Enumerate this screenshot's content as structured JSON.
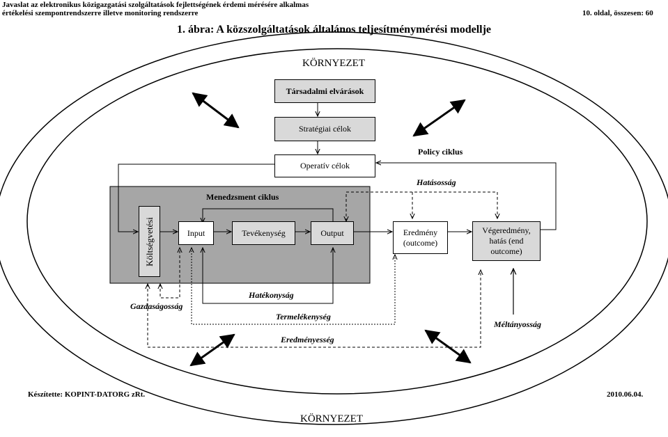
{
  "header": {
    "line1": "Javaslat az elektronikus közigazgatási szolgáltatások fejlettségének érdemi mérésére alkalmas",
    "line2": "értékelési szempontrendszerre illetve monitoring rendszerre",
    "page": "10. oldal, összesen: 60"
  },
  "figure": {
    "title": "1. ábra: A közszolgáltatások általános teljesítménymérési modellje",
    "environment_top": "KÖRNYEZET",
    "environment_bottom": "KÖRNYEZET"
  },
  "boxes": {
    "tarsadalmi": "Társadalmi elvárások",
    "strategiai": "Stratégiai célok",
    "operativ": "Operatív célok",
    "input": "Input",
    "tevekenyseg": "Tevékenység",
    "output": "Output",
    "eredmeny_line1": "Eredmény",
    "eredmeny_line2": "(outcome)",
    "vegeredmeny_line1": "Végeredmény,",
    "vegeredmeny_line2": "hatás (end",
    "vegeredmeny_line3": "outcome)",
    "koltsegvetesi": "Költségvetési"
  },
  "labels": {
    "policy_ciklus": "Policy ciklus",
    "menedzsment_ciklus": "Menedzsment ciklus",
    "hatasossag": "Hatásosság",
    "hatekonysag": "Hatékonyság",
    "gazdasagossag": "Gazdaságosság",
    "termelekenyseg": "Termelékenység",
    "eredmenyesseg": "Eredményesség",
    "meltanyossag": "Méltányosság"
  },
  "footer": {
    "prepared_by": "Készítette: KOPINT-DATORG zRt.",
    "date": "2010.06.04."
  }
}
